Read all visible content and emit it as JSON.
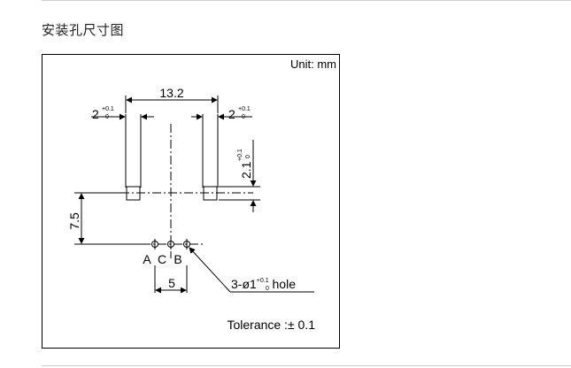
{
  "page": {
    "title": "安装孔尺寸图"
  },
  "diagram": {
    "unit": "Unit: mm",
    "dim_top": "13.2",
    "dim_left_width": {
      "base": "2",
      "upper": "+0.1",
      "lower": "0"
    },
    "dim_right_width": {
      "base": "2",
      "upper": "+0.1",
      "lower": "0"
    },
    "dim_height": {
      "base": "2.1",
      "upper": "+0.1",
      "lower": "0"
    },
    "dim_vertical": "7.5",
    "dim_bottom": "5",
    "pins": [
      "A",
      "C",
      "B"
    ],
    "hole": {
      "prefix": "3-ø1",
      "upper": "+0.1",
      "lower": "0",
      "suffix": " hole"
    },
    "tolerance": "Tolerance :± 0.1"
  }
}
